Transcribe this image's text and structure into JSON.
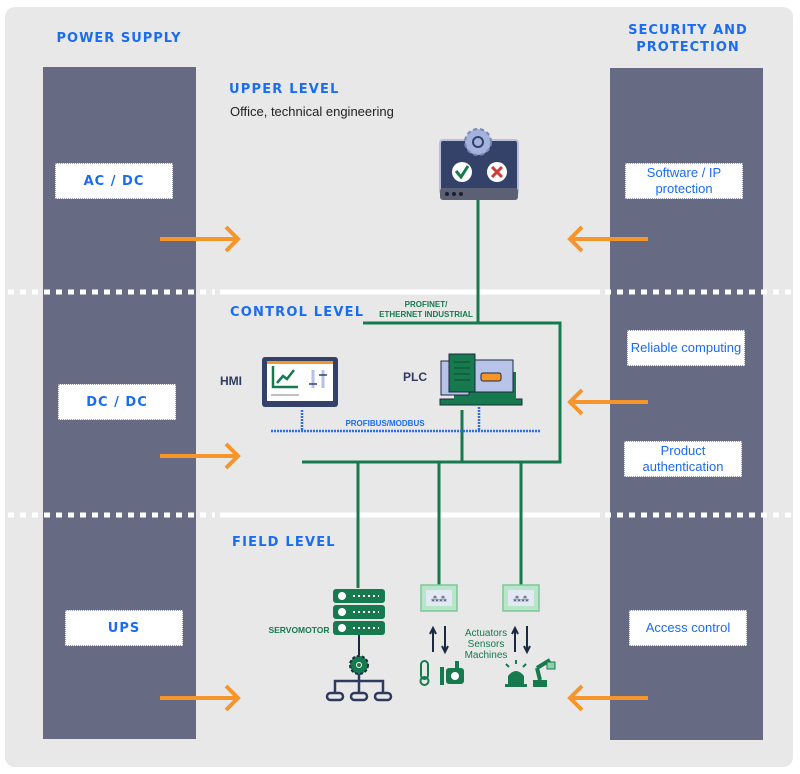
{
  "columns": {
    "left": {
      "title": "POWER SUPPLY",
      "boxes": [
        "AC / DC",
        "DC / DC",
        "UPS"
      ]
    },
    "right": {
      "title_line1": "SECURITY AND",
      "title_line2": "PROTECTION",
      "boxes": [
        "Software / IP protection",
        "Reliable computing",
        "Product authentication",
        "Access control"
      ]
    }
  },
  "levels": {
    "upper": {
      "title": "UPPER LEVEL",
      "subtitle": "Office, technical engineering"
    },
    "control": {
      "title": "CONTROL LEVEL"
    },
    "field": {
      "title": "FIELD LEVEL"
    }
  },
  "networks": {
    "profinet_line1": "PROFINET/",
    "profinet_line2": "ETHERNET INDUSTRIAL",
    "profibus": "PROFIBUS/MODBUS"
  },
  "devices": {
    "hmi": "HMI",
    "plc": "PLC",
    "servomotor": "SERVOMOTOR",
    "field_line1": "Actuators",
    "field_line2": "Sensors",
    "field_line3": "Machines"
  },
  "icons": {
    "upper": "engineering-workstation-icon",
    "hmi": "hmi-panel-icon",
    "plc": "plc-controller-icon",
    "servo": "servo-drive-icon",
    "io": "io-module-icon"
  },
  "colors": {
    "accent_blue": "#1a6cf0",
    "column_gray": "#666a82",
    "network_green": "#167a4e",
    "arrow_orange": "#f5952a",
    "background": "#e8e8e8"
  }
}
